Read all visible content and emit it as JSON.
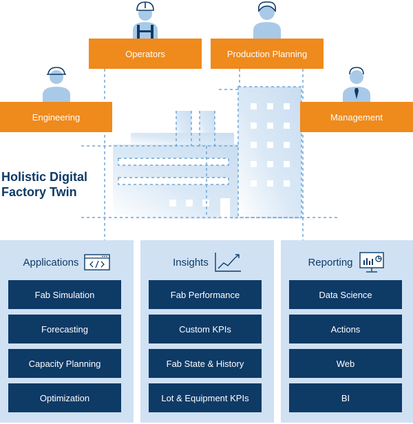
{
  "colors": {
    "orange": "#ef8a1c",
    "navy": "#0e3a66",
    "panel": "#cfe1f3",
    "building": "#d3e4f4",
    "line": "#6fa5d6"
  },
  "roles": {
    "operators": "Operators",
    "production_planning": "Production Planning",
    "engineering": "Engineering",
    "management": "Management"
  },
  "title": {
    "line1": "Holistic Digital",
    "line2": "Factory Twin"
  },
  "panels": [
    {
      "heading": "Applications",
      "icon": "code-window-icon",
      "items": [
        "Fab Simulation",
        "Forecasting",
        "Capacity Planning",
        "Optimization"
      ]
    },
    {
      "heading": "Insights",
      "icon": "line-chart-icon",
      "items": [
        "Fab Performance",
        "Custom KPIs",
        "Fab State & History",
        "Lot & Equipment KPIs"
      ]
    },
    {
      "heading": "Reporting",
      "icon": "monitor-dashboard-icon",
      "items": [
        "Data Science",
        "Actions",
        "Web",
        "BI"
      ]
    }
  ]
}
